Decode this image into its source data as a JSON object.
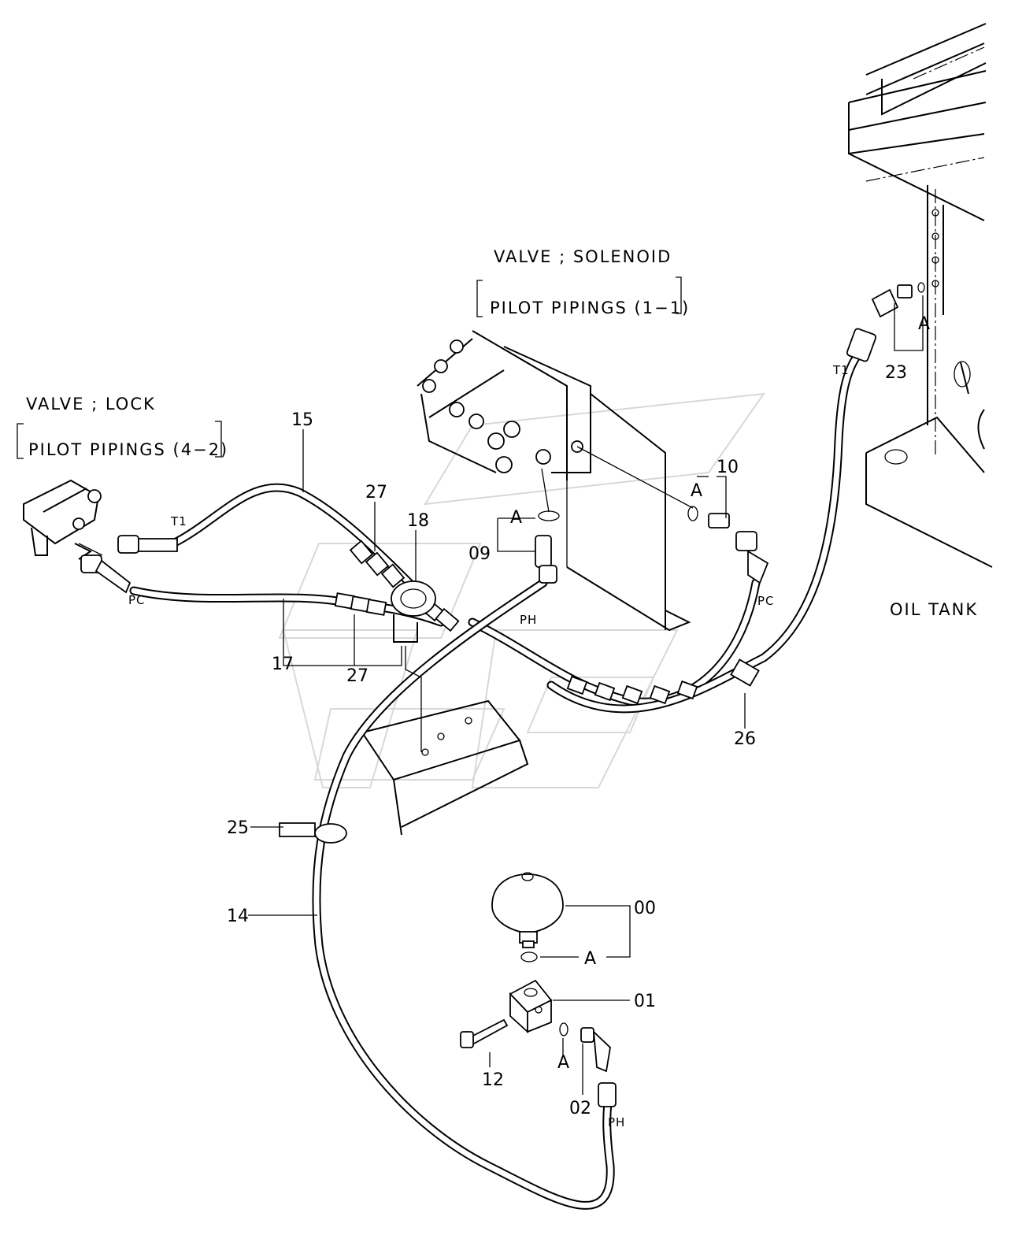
{
  "callouts": {
    "valve_solenoid": {
      "title": "VALVE ; SOLENOID",
      "sub": "PILOT PIPINGS (1−1)"
    },
    "valve_lock": {
      "title": "VALVE ; LOCK",
      "sub": "PILOT PIPINGS (4−2)"
    },
    "oil_tank": "OIL TANK"
  },
  "parts": {
    "p00": "00",
    "p01": "01",
    "p02": "02",
    "p09": "09",
    "p10": "10",
    "p12": "12",
    "p14": "14",
    "p15": "15",
    "p17": "17",
    "p18": "18",
    "p23": "23",
    "p25": "25",
    "p26": "26",
    "p27a": "27",
    "p27b": "27"
  },
  "ports": {
    "t1_left": "T1",
    "pc_left": "PC",
    "ph_mid": "PH",
    "pc_right": "PC",
    "t1_right": "T1",
    "ph_bottom": "PH"
  },
  "oring_mark": "A",
  "colors": {
    "line": "#000000",
    "background": "#ffffff",
    "watermark": "#d8d8d8"
  }
}
